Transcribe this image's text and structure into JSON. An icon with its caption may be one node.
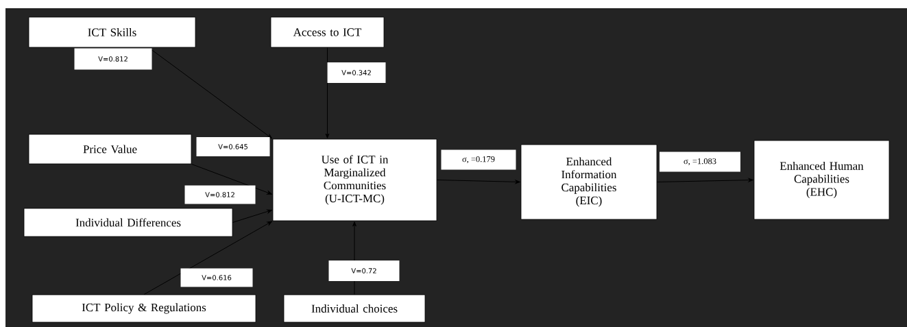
{
  "diagram": {
    "nodes": [
      {
        "text": [
          "ICT Skills"
        ]
      },
      {
        "text": [
          "Access to ICT"
        ]
      },
      {
        "text": [
          "Price Value"
        ]
      },
      {
        "text": [
          "Use of ICT in Marginalized Communities (U-ICT-MC)"
        ]
      },
      {
        "text": [
          "Enhanced Information Capabilities (EIC)"
        ]
      },
      {
        "text": [
          "Enhanced Human Capabilities (EHC)"
        ]
      },
      {
        "text": [
          "Individual Differences"
        ]
      },
      {
        "text": [
          "ICT Policy & Regulations"
        ]
      },
      {
        "text": [
          "Individual choices"
        ]
      }
    ],
    "edges": [
      {
        "from": 0,
        "to": 3,
        "arrow": "to",
        "label": "V=0.812"
      },
      {
        "from": 1,
        "to": 3,
        "arrow": "to",
        "label": "V=0.342"
      },
      {
        "from": 2,
        "to": 3,
        "arrow": "to",
        "label": "V=0.645"
      },
      {
        "from": 6,
        "to": 3,
        "arrow": "to",
        "label": "V=0.812"
      },
      {
        "from": 7,
        "to": 3,
        "arrow": "to",
        "label": "V=0.616"
      },
      {
        "from": 8,
        "to": 3,
        "arrow": "to",
        "label": "V=0.72"
      },
      {
        "from": 3,
        "to": 4,
        "arrow": "to",
        "label": "σ, =0.179"
      },
      {
        "from": 4,
        "to": 5,
        "arrow": "to",
        "label": "σ, =1.083"
      }
    ]
  }
}
